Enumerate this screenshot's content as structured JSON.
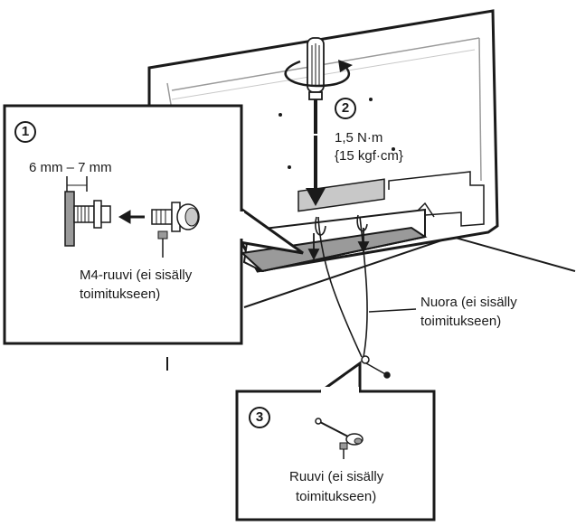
{
  "steps": {
    "step1": {
      "number": "1",
      "dimension": "6 mm – 7 mm",
      "screw_label_line1": "M4-ruuvi (ei sisälly",
      "screw_label_line2": "toimitukseen)"
    },
    "step2": {
      "number": "2",
      "torque_line1": "1,5 N·m",
      "torque_line2": "{15 kgf·cm}"
    },
    "step3": {
      "number": "3",
      "screw_label_line1": "Ruuvi (ei sisälly",
      "screw_label_line2": "toimitukseen)"
    }
  },
  "cord": {
    "label_line1": "Nuora (ei sisälly",
    "label_line2": "toimitukseen)"
  },
  "colors": {
    "line": "#1a1a1a",
    "shade": "#9a9a9a",
    "light_shade": "#c8c8c8"
  }
}
